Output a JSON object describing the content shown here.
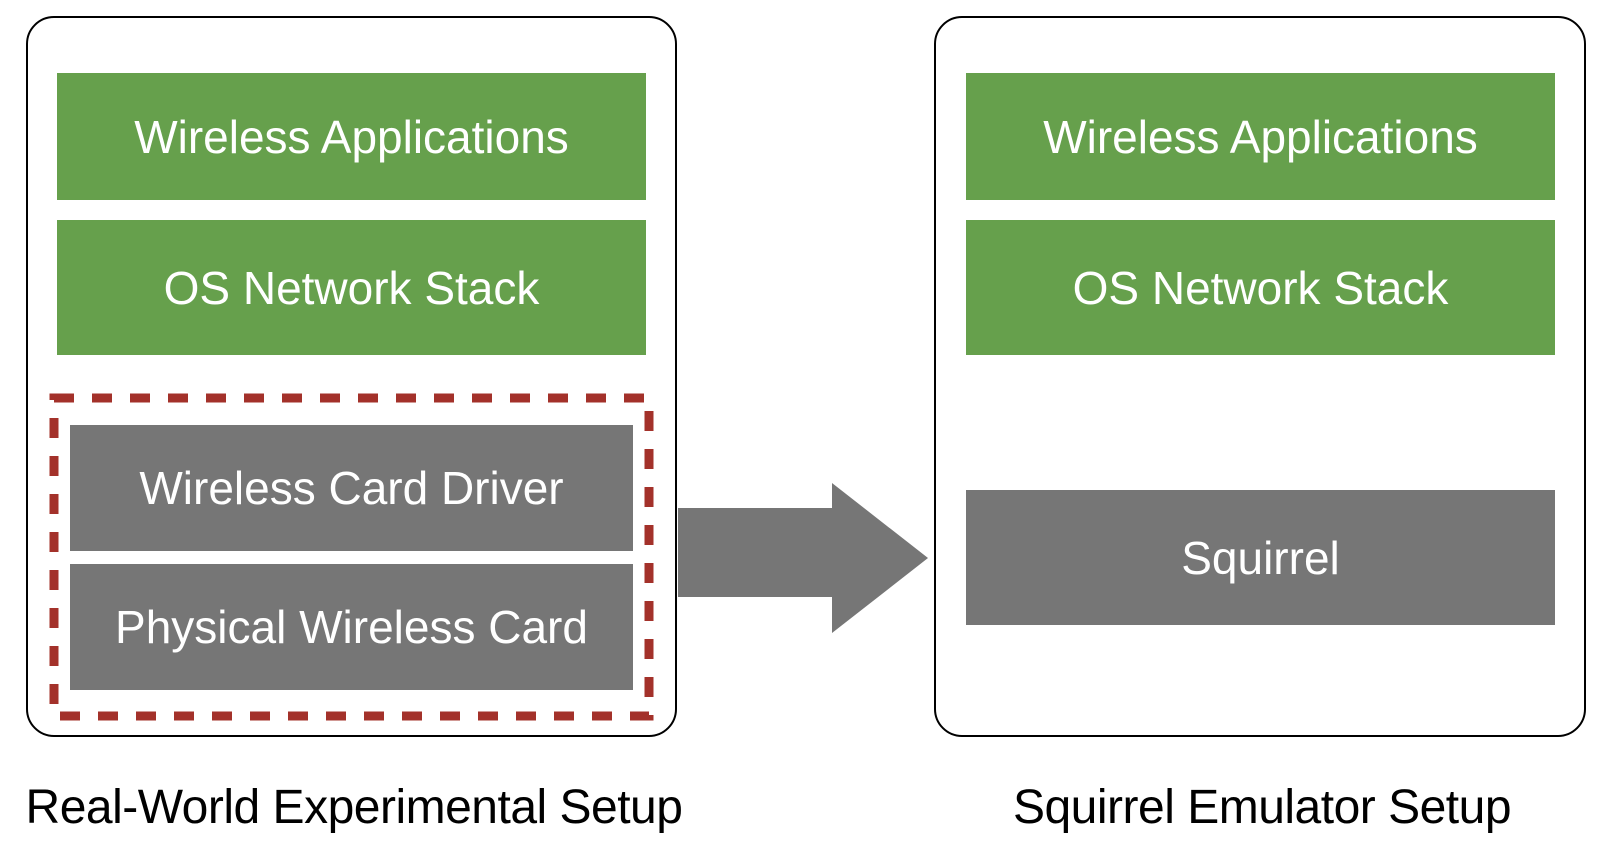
{
  "colors": {
    "software_layer": "#66a04c",
    "hardware_layer": "#767676",
    "highlight_outline": "#a3312a",
    "arrow": "#767676",
    "panel_border": "#000000",
    "block_text": "#ffffff"
  },
  "left_panel": {
    "caption": "Real-World Experimental Setup",
    "layers": [
      {
        "label": "Wireless Applications",
        "kind": "software"
      },
      {
        "label": "OS Network Stack",
        "kind": "software"
      },
      {
        "label": "Wireless Card Driver",
        "kind": "hardware",
        "highlighted": true
      },
      {
        "label": "Physical Wireless Card",
        "kind": "hardware",
        "highlighted": true
      }
    ]
  },
  "transition": {
    "icon": "right-arrow-icon",
    "direction": "left-to-right"
  },
  "right_panel": {
    "caption": "Squirrel Emulator Setup",
    "layers": [
      {
        "label": "Wireless Applications",
        "kind": "software"
      },
      {
        "label": "OS Network Stack",
        "kind": "software"
      },
      {
        "label": "Squirrel",
        "kind": "emulator"
      }
    ]
  }
}
